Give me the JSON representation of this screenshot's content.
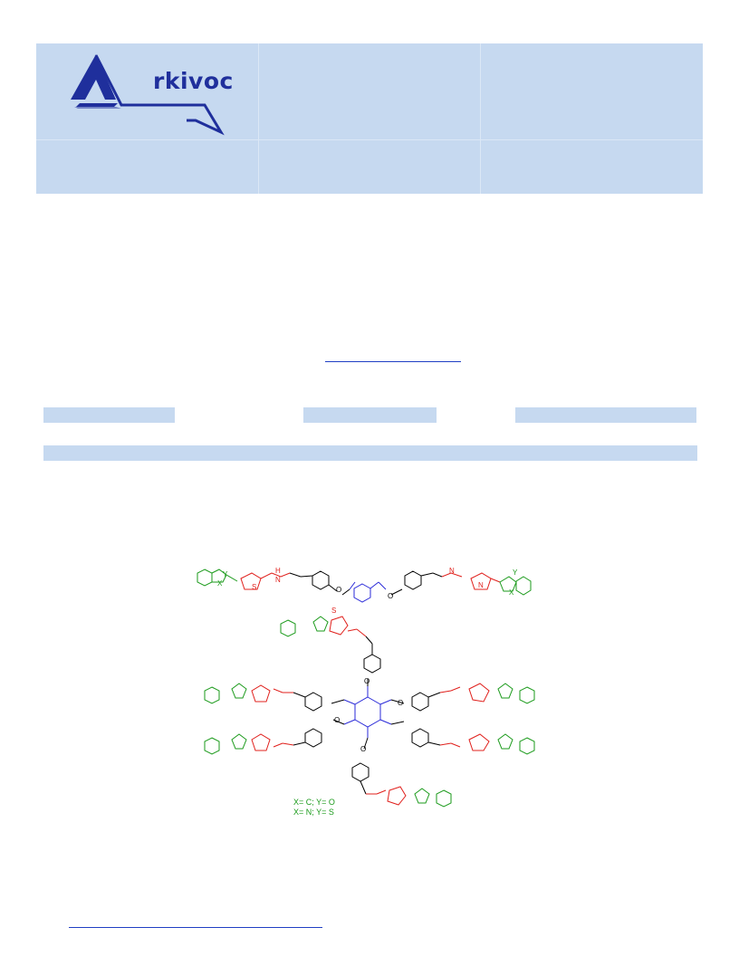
{
  "header": {
    "logo_text": "rkivoc",
    "logo_letter": "A"
  },
  "figure": {
    "legend": [
      "X= C; Y= O",
      "X= N; Y= S"
    ],
    "atom_labels": {
      "O": "O",
      "N": "N",
      "S": "S",
      "H": "H",
      "X": "X",
      "Y": "Y"
    }
  },
  "colors": {
    "header_bg": "#c6d9f0",
    "logo_blue": "#1f2f9c",
    "benzo_green": "#1a9a1a",
    "hydrazone_red": "#e0201c",
    "core_blue": "#2a2ad8",
    "link_blue": "#1f3fc4"
  }
}
